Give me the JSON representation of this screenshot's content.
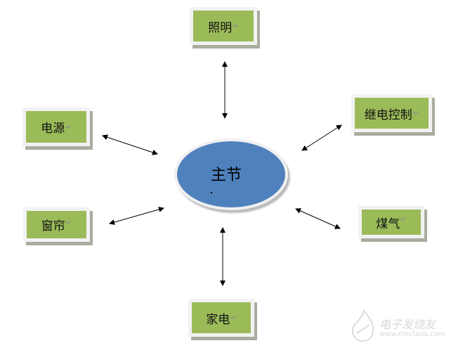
{
  "hub": {
    "label": "主节"
  },
  "nodes": {
    "lighting": "照明",
    "power": "电源",
    "relay": "继电控制",
    "curtain": "窗帘",
    "gas": "煤气",
    "appliance": "家电"
  },
  "return_mark": "↵",
  "watermark": {
    "name": "电子发烧友",
    "url": "www.elecfans.com"
  },
  "colors": {
    "node": "#9BBB59",
    "hub": "#4F81BD"
  }
}
